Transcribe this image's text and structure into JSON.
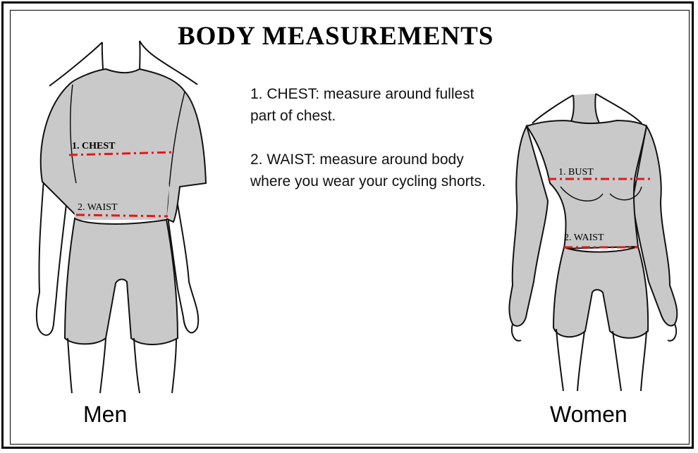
{
  "title": "BODY MEASUREMENTS",
  "instructions": {
    "chest": {
      "term": "1. CHEST",
      "text": ": measure around fullest part of chest."
    },
    "waist": {
      "term": "2. WAIST",
      "text": ": measure around body where you wear your cycling shorts."
    }
  },
  "men": {
    "caption": "Men",
    "chest_label": "1. CHEST",
    "waist_label": "2. WAIST"
  },
  "women": {
    "caption": "Women",
    "bust_label": "1. BUST",
    "waist_label": "2. WAIST"
  },
  "colors": {
    "garment": "#c9c9c9",
    "skin": "#ffffff",
    "outline": "#111111",
    "measure_line": "#e0191b"
  }
}
